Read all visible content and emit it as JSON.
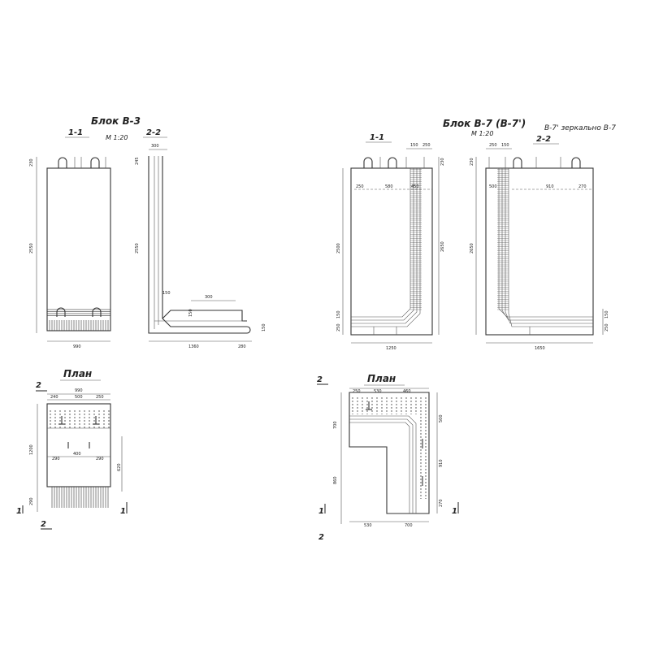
{
  "block_b3": {
    "title": "Блок В-3",
    "scale": "М 1:20",
    "section_1": "1-1",
    "section_2": "2-2",
    "plan_title": "План",
    "elev_dims": {
      "top": "230",
      "height": "2550",
      "width": "990"
    },
    "sec2_dims": {
      "top_w": "300",
      "top_h": "245",
      "height": "2550",
      "fillet": "150",
      "w": "300",
      "h": "150",
      "base_w": "1360",
      "base_end": "280",
      "base_h": "150"
    },
    "plan_dims": {
      "top_total": "990",
      "top_parts": [
        "240",
        "500",
        "250"
      ],
      "side_h": "1200",
      "mid": [
        "290",
        "400",
        "290"
      ],
      "right_h": "620",
      "bottom": "290"
    },
    "cut_marks": [
      "2",
      "1",
      "1",
      "2"
    ]
  },
  "block_b7": {
    "title": "Блок В-7 (В-7')",
    "scale": "М 1:20",
    "note": "В-7' зеркально В-7",
    "section_1": "1-1",
    "section_2": "2-2",
    "plan_title": "План",
    "s1_dims": {
      "top_a": "150",
      "top_b": "250",
      "right_top": "230",
      "inner": [
        "250",
        "580",
        "450"
      ],
      "height": "2500",
      "right_h": "2650",
      "bot_a": "150",
      "bot_b": "250",
      "width": "1250"
    },
    "s2_dims": {
      "top_a": "250",
      "top_b": "150",
      "left_top": "230",
      "left_inner": "500",
      "inner": [
        "910",
        "270"
      ],
      "height": "2650",
      "bot_a": "150",
      "bot_b": "250",
      "width": "1650"
    },
    "plan_dims": {
      "top": [
        "250",
        "530",
        "460"
      ],
      "left_top": "700",
      "left_bot": "860",
      "right": [
        "500",
        "910",
        "270"
      ],
      "bottom": [
        "530",
        "700"
      ]
    },
    "cut_marks": [
      "2",
      "1",
      "1",
      "2"
    ]
  }
}
